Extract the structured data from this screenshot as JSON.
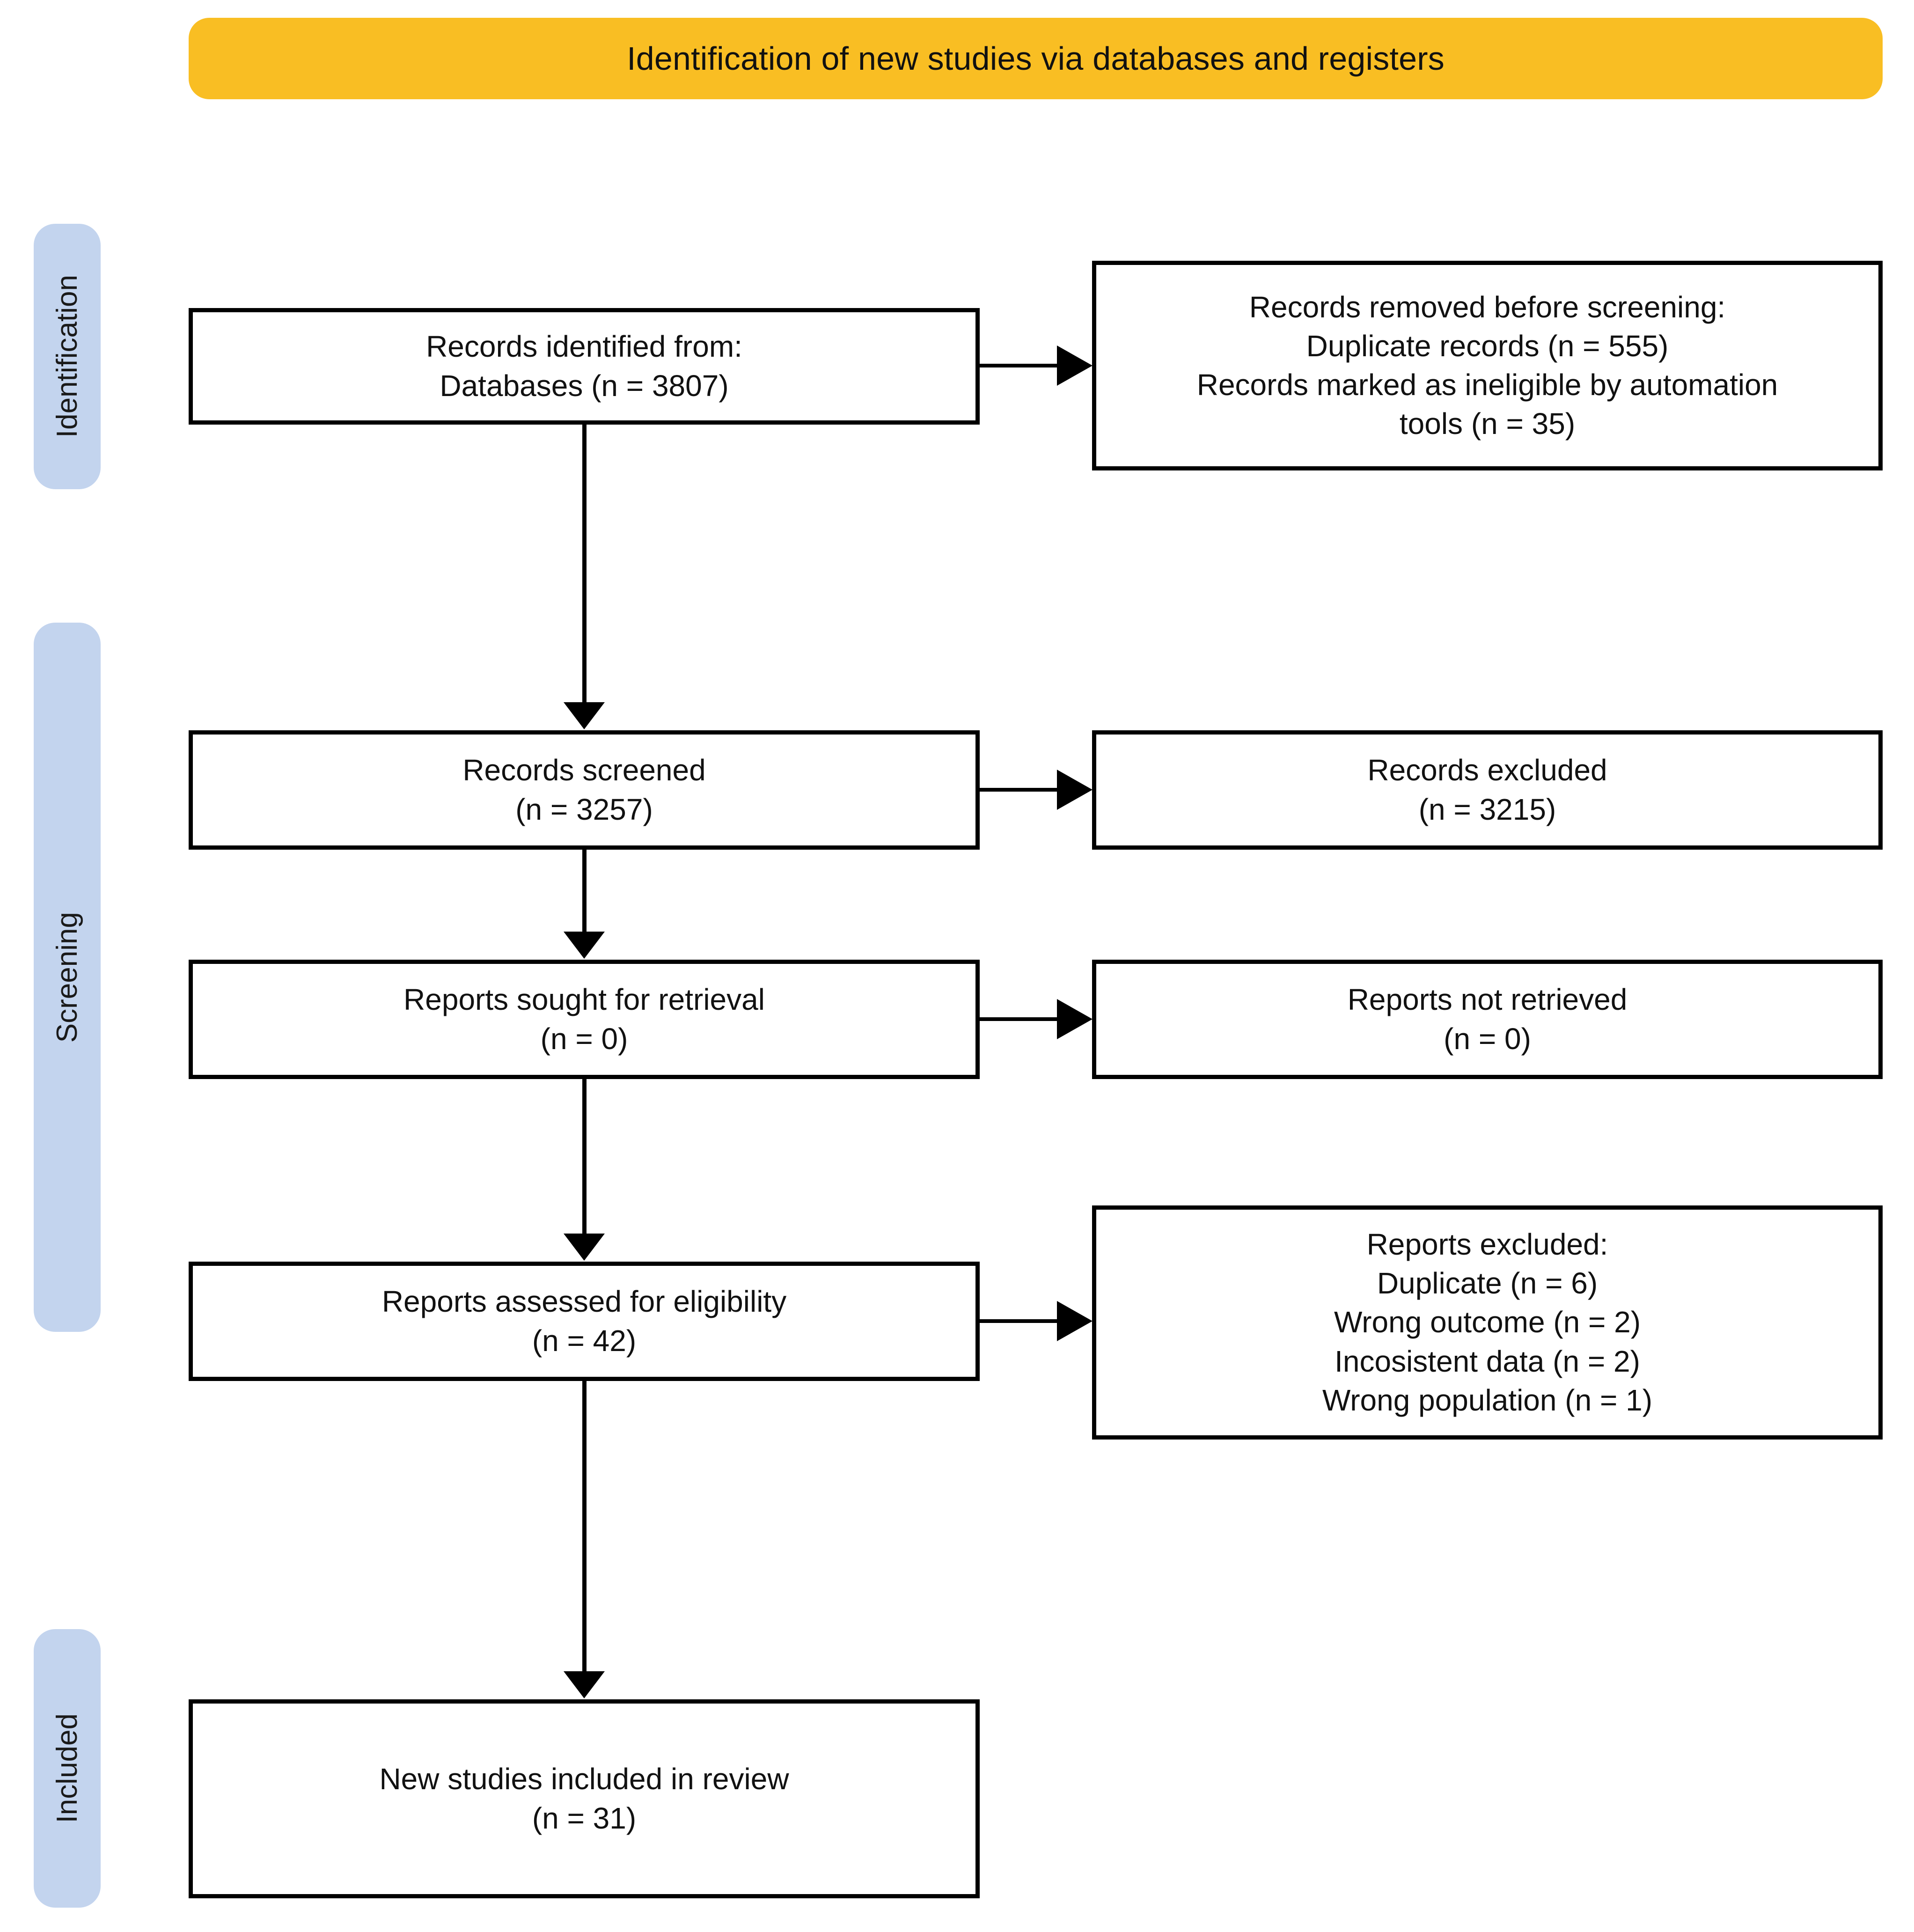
{
  "banner": {
    "title": "Identification of new studies via databases and registers",
    "color": "#F9BE23"
  },
  "stages": {
    "color": "#C3D4EE",
    "identification": "Identification",
    "screening": "Screening",
    "included": "Included"
  },
  "boxes": {
    "identified": {
      "line1": "Records identified from:",
      "line2": "Databases (n = 3807)"
    },
    "removed": {
      "line1": "Records removed before screening:",
      "line2": "Duplicate records (n = 555)",
      "line3": "Records marked as ineligible by automation",
      "line4": "tools (n = 35)"
    },
    "screened": {
      "line1": "Records screened",
      "line2": "(n = 3257)"
    },
    "excluded": {
      "line1": "Records excluded",
      "line2": "(n = 3215)"
    },
    "sought": {
      "line1": "Reports sought for retrieval",
      "line2": "(n = 0)"
    },
    "not_retrieved": {
      "line1": "Reports not retrieved",
      "line2": "(n = 0)"
    },
    "assessed": {
      "line1": "Reports assessed for eligibility",
      "line2": "(n = 42)"
    },
    "reports_excluded": {
      "line1": "Reports excluded:",
      "line2": "Duplicate (n = 6)",
      "line3": "Wrong outcome (n = 2)",
      "line4": "Incosistent data (n = 2)",
      "line5": "Wrong population (n = 1)"
    },
    "included": {
      "line1": "New studies included in review",
      "line2": "(n = 31)"
    }
  },
  "chart_data": {
    "type": "diagram",
    "title": "Identification of new studies via databases and registers",
    "nodes": [
      {
        "id": "identified",
        "stage": "Identification",
        "column": "left",
        "label": "Records identified from: Databases (n = 3807)",
        "n": 3807
      },
      {
        "id": "removed",
        "stage": "Identification",
        "column": "right",
        "label": "Records removed before screening",
        "duplicate_records": 555,
        "ineligible_by_automation_tools": 35
      },
      {
        "id": "screened",
        "stage": "Screening",
        "column": "left",
        "label": "Records screened",
        "n": 3257
      },
      {
        "id": "excluded",
        "stage": "Screening",
        "column": "right",
        "label": "Records excluded",
        "n": 3215
      },
      {
        "id": "sought",
        "stage": "Screening",
        "column": "left",
        "label": "Reports sought for retrieval",
        "n": 0
      },
      {
        "id": "not_retrieved",
        "stage": "Screening",
        "column": "right",
        "label": "Reports not retrieved",
        "n": 0
      },
      {
        "id": "assessed",
        "stage": "Screening",
        "column": "left",
        "label": "Reports assessed for eligibility",
        "n": 42
      },
      {
        "id": "reports_excluded",
        "stage": "Screening",
        "column": "right",
        "label": "Reports excluded",
        "duplicate": 6,
        "wrong_outcome": 2,
        "incosistent_data": 2,
        "wrong_population": 1
      },
      {
        "id": "included",
        "stage": "Included",
        "column": "left",
        "label": "New studies included in review",
        "n": 31
      }
    ],
    "edges": [
      {
        "from": "identified",
        "to": "removed",
        "direction": "right"
      },
      {
        "from": "identified",
        "to": "screened",
        "direction": "down"
      },
      {
        "from": "screened",
        "to": "excluded",
        "direction": "right"
      },
      {
        "from": "screened",
        "to": "sought",
        "direction": "down"
      },
      {
        "from": "sought",
        "to": "not_retrieved",
        "direction": "right"
      },
      {
        "from": "sought",
        "to": "assessed",
        "direction": "down"
      },
      {
        "from": "assessed",
        "to": "reports_excluded",
        "direction": "right"
      },
      {
        "from": "assessed",
        "to": "included",
        "direction": "down"
      }
    ]
  }
}
